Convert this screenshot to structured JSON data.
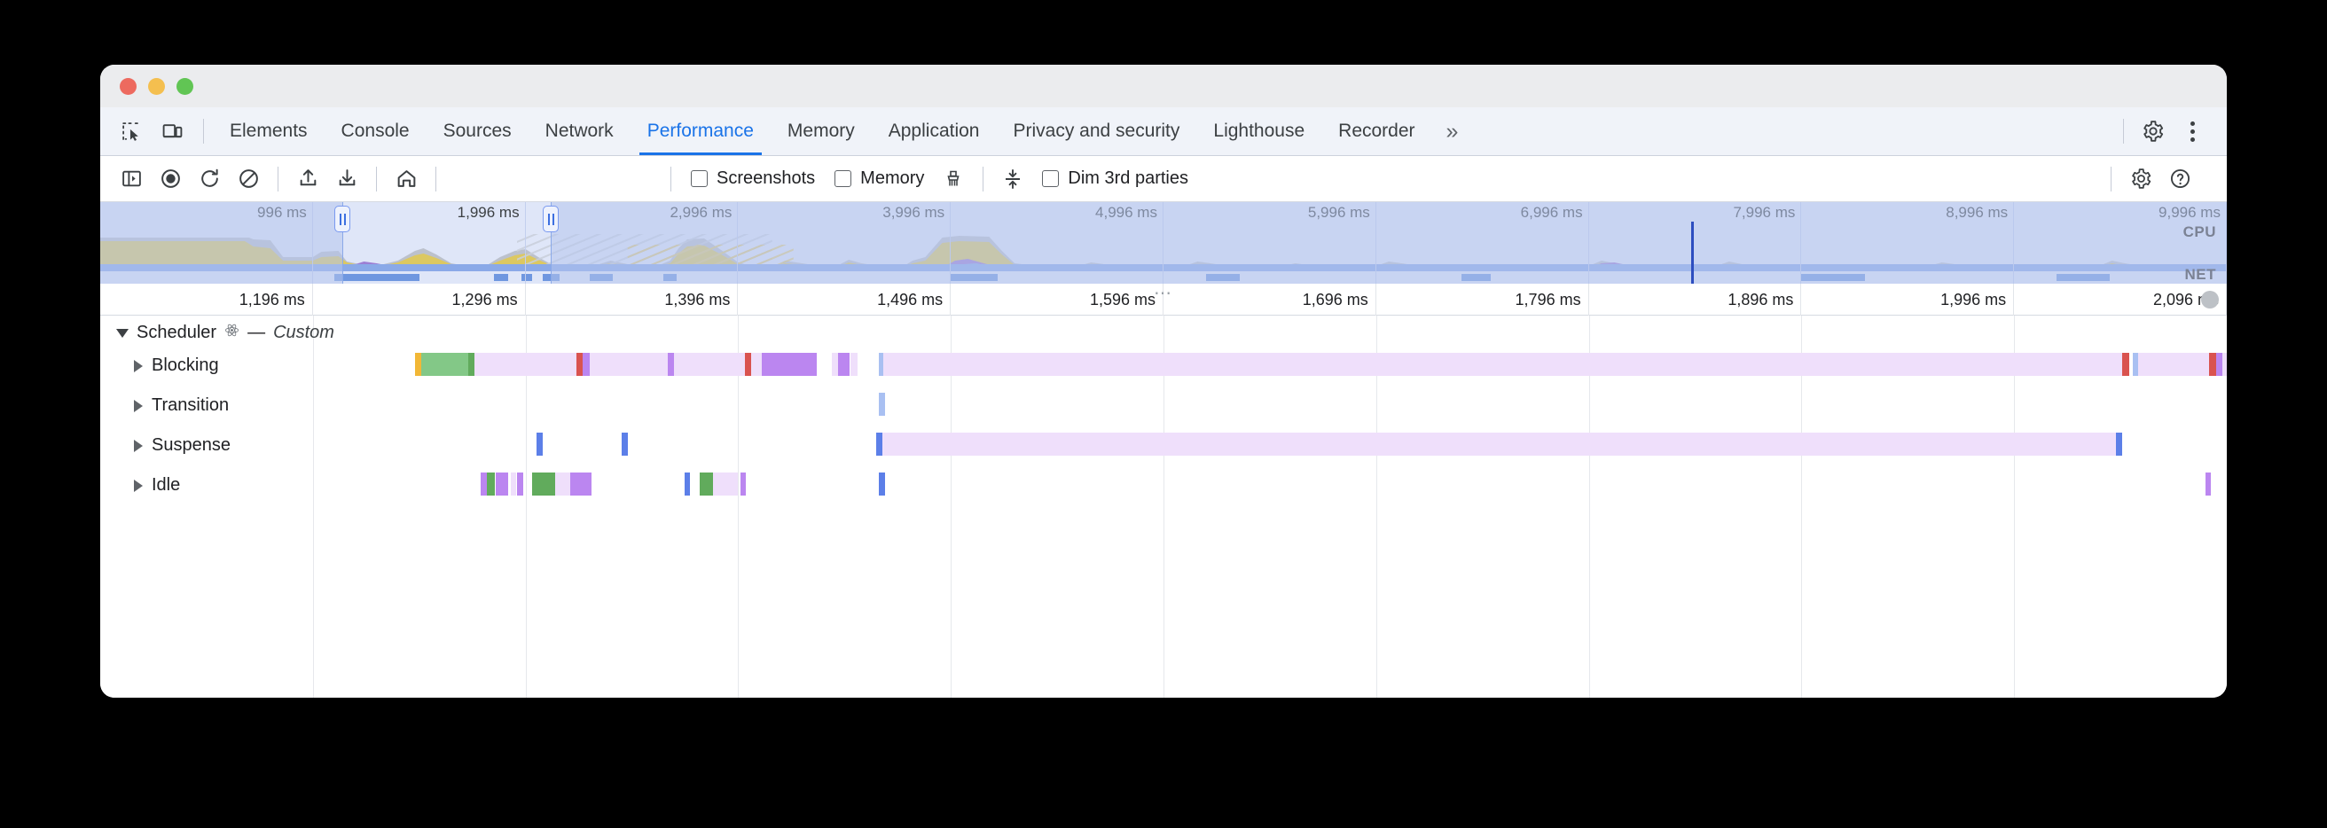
{
  "window": {
    "traffic_lights": [
      "close",
      "minimize",
      "maximize"
    ]
  },
  "tabbar": {
    "left_icons": [
      {
        "name": "inspect-element-icon",
        "title": "Inspect element"
      },
      {
        "name": "device-toolbar-icon",
        "title": "Toggle device toolbar"
      }
    ],
    "tabs": [
      {
        "label": "Elements",
        "active": false
      },
      {
        "label": "Console",
        "active": false
      },
      {
        "label": "Sources",
        "active": false
      },
      {
        "label": "Network",
        "active": false
      },
      {
        "label": "Performance",
        "active": true
      },
      {
        "label": "Memory",
        "active": false
      },
      {
        "label": "Application",
        "active": false
      },
      {
        "label": "Privacy and security",
        "active": false
      },
      {
        "label": "Lighthouse",
        "active": false
      },
      {
        "label": "Recorder",
        "active": false
      }
    ],
    "more_tabs_label": "»",
    "right_icons": [
      {
        "name": "settings-gear-icon",
        "title": "Settings"
      },
      {
        "name": "kebab-menu-icon",
        "title": "Customize and control DevTools"
      }
    ],
    "active_color": "#1a73e8"
  },
  "perf_toolbar": {
    "buttons": [
      {
        "name": "toggle-sidebar-icon",
        "title": "Show sidebar"
      },
      {
        "name": "record-icon",
        "title": "Record"
      },
      {
        "name": "reload-and-record-icon",
        "title": "Record and reload"
      },
      {
        "name": "clear-icon",
        "title": "Clear"
      },
      {
        "name": "upload-profile-icon",
        "title": "Load profile"
      },
      {
        "name": "download-profile-icon",
        "title": "Save profile"
      },
      {
        "name": "home-icon",
        "title": "Home / live metrics"
      }
    ],
    "checkboxes": [
      {
        "label": "Screenshots",
        "checked": false
      },
      {
        "label": "Memory",
        "checked": false
      }
    ],
    "garbage_icon": {
      "name": "collect-garbage-icon",
      "title": "Collect garbage"
    },
    "compare_icon": {
      "name": "capture-settings-icon",
      "title": "Capture settings"
    },
    "dim_third_parties": {
      "label": "Dim 3rd parties",
      "checked": false
    },
    "right_icons": [
      {
        "name": "capture-settings-gear-icon",
        "title": "Capture settings"
      },
      {
        "name": "help-icon",
        "title": "Help"
      }
    ]
  },
  "overview": {
    "ticks": [
      {
        "label": "996 ms",
        "x_pct": 10
      },
      {
        "label": "1,996 ms",
        "x_pct": 20
      },
      {
        "label": "2,996 ms",
        "x_pct": 30
      },
      {
        "label": "3,996 ms",
        "x_pct": 40
      },
      {
        "label": "4,996 ms",
        "x_pct": 50
      },
      {
        "label": "5,996 ms",
        "x_pct": 60
      },
      {
        "label": "6,996 ms",
        "x_pct": 70
      },
      {
        "label": "7,996 ms",
        "x_pct": 80
      },
      {
        "label": "8,996 ms",
        "x_pct": 90
      },
      {
        "label": "9,996 ms",
        "x_pct": 100
      }
    ],
    "row_labels": {
      "cpu": "CPU",
      "net": "NET"
    },
    "selection": {
      "start_pct": 11.4,
      "end_pct": 21.2
    },
    "marker_pct": 74.8
  },
  "detail_ruler": {
    "ticks": [
      {
        "label": "1,196 ms",
        "x_pct": 7.6
      },
      {
        "label": "1,296 ms",
        "x_pct": 17.6
      },
      {
        "label": "1,396 ms",
        "x_pct": 27.6
      },
      {
        "label": "1,496 ms",
        "x_pct": 37.6
      },
      {
        "label": "1,596 ms",
        "x_pct": 47.6
      },
      {
        "label": "1,696 ms",
        "x_pct": 57.6
      },
      {
        "label": "1,796 ms",
        "x_pct": 67.6
      },
      {
        "label": "1,896 ms",
        "x_pct": 77.6
      },
      {
        "label": "1,996 ms",
        "x_pct": 87.6
      },
      {
        "label": "2,096 ms",
        "x_pct": 97.6
      }
    ],
    "resize_handle": "⋯"
  },
  "flame_chart": {
    "group": {
      "label": "Scheduler",
      "icon_name": "react-atom-icon",
      "dash": "—",
      "source": "Custom",
      "expanded": true
    },
    "tracks": [
      {
        "label": "Blocking",
        "expanded": false
      },
      {
        "label": "Transition",
        "expanded": false
      },
      {
        "label": "Suspense",
        "expanded": false
      },
      {
        "label": "Idle",
        "expanded": false
      }
    ]
  },
  "chart_data": {
    "type": "timeline",
    "title": "Scheduler — Custom",
    "time_unit": "ms",
    "visible_range": [
      1196,
      2096
    ],
    "colors": {
      "pale_lavender": "#efdffb",
      "purple": "#bb86f0",
      "green": "#61ab5c",
      "light_green": "#83c887",
      "blue": "#5c7fe8",
      "light_blue": "#a9c0f2",
      "red": "#d9534f",
      "yellow": "#f2b736"
    },
    "tracks": [
      {
        "name": "Blocking",
        "bars": [
          {
            "x_pct": 14.8,
            "w_pct": 0.35,
            "color": "#f2b736"
          },
          {
            "x_pct": 15.1,
            "w_pct": 2.2,
            "color": "#83c887"
          },
          {
            "x_pct": 17.3,
            "w_pct": 0.3,
            "color": "#61ab5c"
          },
          {
            "x_pct": 17.6,
            "w_pct": 4.8,
            "color": "#efdffb"
          },
          {
            "x_pct": 22.4,
            "w_pct": 0.35,
            "color": "#d9534f"
          },
          {
            "x_pct": 22.7,
            "w_pct": 0.3,
            "color": "#bb86f0"
          },
          {
            "x_pct": 23.0,
            "w_pct": 3.7,
            "color": "#efdffb"
          },
          {
            "x_pct": 26.7,
            "w_pct": 0.3,
            "color": "#bb86f0"
          },
          {
            "x_pct": 27.0,
            "w_pct": 3.3,
            "color": "#efdffb"
          },
          {
            "x_pct": 30.3,
            "w_pct": 0.35,
            "color": "#d9534f"
          },
          {
            "x_pct": 30.6,
            "w_pct": 0.5,
            "color": "#efdffb"
          },
          {
            "x_pct": 31.1,
            "w_pct": 2.6,
            "color": "#bb86f0"
          },
          {
            "x_pct": 34.4,
            "w_pct": 0.3,
            "color": "#efdffb"
          },
          {
            "x_pct": 34.7,
            "w_pct": 0.55,
            "color": "#bb86f0"
          },
          {
            "x_pct": 35.3,
            "w_pct": 0.3,
            "color": "#efdffb"
          },
          {
            "x_pct": 36.6,
            "w_pct": 0.22,
            "color": "#a9c0f2"
          },
          {
            "x_pct": 36.82,
            "w_pct": 58.4,
            "color": "#efdffb"
          },
          {
            "x_pct": 95.1,
            "w_pct": 0.3,
            "color": "#d9534f"
          },
          {
            "x_pct": 95.6,
            "w_pct": 0.25,
            "color": "#a9c0f2"
          },
          {
            "x_pct": 95.85,
            "w_pct": 3.3,
            "color": "#efdffb"
          },
          {
            "x_pct": 99.15,
            "w_pct": 0.35,
            "color": "#d9534f"
          },
          {
            "x_pct": 99.5,
            "w_pct": 0.3,
            "color": "#bb86f0"
          },
          {
            "x_pct": 99.8,
            "w_pct": 25.0,
            "color": "#efdffb"
          },
          {
            "x_pct": 124.8,
            "w_pct": 0.3,
            "color": "#d9534f"
          },
          {
            "x_pct": 125.2,
            "w_pct": 0.3,
            "color": "#d9534f"
          },
          {
            "x_pct": 125.5,
            "w_pct": 0.35,
            "color": "#bb86f0"
          },
          {
            "x_pct": 130.0,
            "w_pct": 0.22,
            "color": "#a9c0f2"
          }
        ]
      },
      {
        "name": "Transition",
        "bars": [
          {
            "x_pct": 36.6,
            "w_pct": 0.3,
            "color": "#a9c0f2"
          },
          {
            "x_pct": 124.5,
            "w_pct": 0.3,
            "color": "#a9c0f2"
          },
          {
            "x_pct": 128.5,
            "w_pct": 0.35,
            "color": "#a9c0f2"
          }
        ]
      },
      {
        "name": "Suspense",
        "bars": [
          {
            "x_pct": 20.5,
            "w_pct": 0.3,
            "color": "#5c7fe8"
          },
          {
            "x_pct": 24.5,
            "w_pct": 0.3,
            "color": "#5c7fe8"
          },
          {
            "x_pct": 36.5,
            "w_pct": 0.3,
            "color": "#5c7fe8"
          },
          {
            "x_pct": 36.8,
            "w_pct": 58.0,
            "color": "#efdffb"
          },
          {
            "x_pct": 94.8,
            "w_pct": 0.3,
            "color": "#5c7fe8"
          },
          {
            "x_pct": 124.8,
            "w_pct": 0.3,
            "color": "#5c7fe8"
          },
          {
            "x_pct": 128.5,
            "w_pct": 0.3,
            "color": "#5c7fe8"
          }
        ]
      },
      {
        "name": "Idle",
        "bars": [
          {
            "x_pct": 17.9,
            "w_pct": 0.3,
            "color": "#bb86f0"
          },
          {
            "x_pct": 18.2,
            "w_pct": 0.35,
            "color": "#61ab5c"
          },
          {
            "x_pct": 18.6,
            "w_pct": 0.6,
            "color": "#bb86f0"
          },
          {
            "x_pct": 19.3,
            "w_pct": 0.25,
            "color": "#efdffb"
          },
          {
            "x_pct": 19.6,
            "w_pct": 0.3,
            "color": "#bb86f0"
          },
          {
            "x_pct": 20.3,
            "w_pct": 1.1,
            "color": "#61ab5c"
          },
          {
            "x_pct": 21.4,
            "w_pct": 0.7,
            "color": "#efdffb"
          },
          {
            "x_pct": 22.1,
            "w_pct": 1.0,
            "color": "#bb86f0"
          },
          {
            "x_pct": 27.5,
            "w_pct": 0.25,
            "color": "#5c7fe8"
          },
          {
            "x_pct": 28.2,
            "w_pct": 0.6,
            "color": "#61ab5c"
          },
          {
            "x_pct": 28.8,
            "w_pct": 1.2,
            "color": "#efdffb"
          },
          {
            "x_pct": 30.1,
            "w_pct": 0.25,
            "color": "#bb86f0"
          },
          {
            "x_pct": 36.6,
            "w_pct": 0.3,
            "color": "#5c7fe8"
          },
          {
            "x_pct": 99.0,
            "w_pct": 0.25,
            "color": "#bb86f0"
          },
          {
            "x_pct": 103.0,
            "w_pct": 1.5,
            "color": "#61ab5c"
          },
          {
            "x_pct": 104.5,
            "w_pct": 0.9,
            "color": "#bb86f0"
          },
          {
            "x_pct": 105.4,
            "w_pct": 0.5,
            "color": "#efdffb"
          },
          {
            "x_pct": 105.9,
            "w_pct": 0.6,
            "color": "#bb86f0"
          },
          {
            "x_pct": 107.5,
            "w_pct": 1.5,
            "color": "#61ab5c"
          },
          {
            "x_pct": 109.0,
            "w_pct": 0.6,
            "color": "#bb86f0"
          },
          {
            "x_pct": 109.6,
            "w_pct": 0.5,
            "color": "#efdffb"
          },
          {
            "x_pct": 110.1,
            "w_pct": 0.6,
            "color": "#bb86f0"
          },
          {
            "x_pct": 112.0,
            "w_pct": 0.25,
            "color": "#61ab5c"
          },
          {
            "x_pct": 112.3,
            "w_pct": 0.2,
            "color": "#efdffb"
          },
          {
            "x_pct": 112.5,
            "w_pct": 0.35,
            "color": "#61ab5c"
          },
          {
            "x_pct": 112.9,
            "w_pct": 0.9,
            "color": "#bb86f0"
          },
          {
            "x_pct": 113.8,
            "w_pct": 0.3,
            "color": "#5c7fe8"
          },
          {
            "x_pct": 114.1,
            "w_pct": 0.9,
            "color": "#bb86f0"
          },
          {
            "x_pct": 115.0,
            "w_pct": 1.3,
            "color": "#efdffb"
          },
          {
            "x_pct": 116.3,
            "w_pct": 0.7,
            "color": "#bb86f0"
          },
          {
            "x_pct": 117.0,
            "w_pct": 1.6,
            "color": "#61ab5c"
          },
          {
            "x_pct": 118.6,
            "w_pct": 1.3,
            "color": "#bb86f0"
          },
          {
            "x_pct": 120.1,
            "w_pct": 0.3,
            "color": "#bb86f0"
          },
          {
            "x_pct": 120.6,
            "w_pct": 2.4,
            "color": "#61ab5c"
          },
          {
            "x_pct": 123.3,
            "w_pct": 0.9,
            "color": "#efdffb"
          },
          {
            "x_pct": 124.2,
            "w_pct": 1.0,
            "color": "#bb86f0"
          },
          {
            "x_pct": 125.8,
            "w_pct": 0.35,
            "color": "#bb86f0"
          },
          {
            "x_pct": 126.2,
            "w_pct": 0.35,
            "color": "#efdffb"
          },
          {
            "x_pct": 126.6,
            "w_pct": 0.5,
            "color": "#61ab5c"
          },
          {
            "x_pct": 127.2,
            "w_pct": 0.3,
            "color": "#61ab5c"
          },
          {
            "x_pct": 127.6,
            "w_pct": 0.3,
            "color": "#bb86f0"
          },
          {
            "x_pct": 128.2,
            "w_pct": 0.25,
            "color": "#5c7fe8"
          },
          {
            "x_pct": 128.6,
            "w_pct": 0.3,
            "color": "#bb86f0"
          },
          {
            "x_pct": 130.0,
            "w_pct": 0.25,
            "color": "#a9c0f2"
          }
        ]
      }
    ],
    "cpu_overview": {
      "description": "CPU activity area chart, mostly scripting (yellow) with rendering/system grey",
      "colors": {
        "scripting": "#d8c25c",
        "system": "#b3b9c4",
        "painting": "#9c7fd4",
        "loading": "#8aa9e8"
      }
    }
  }
}
